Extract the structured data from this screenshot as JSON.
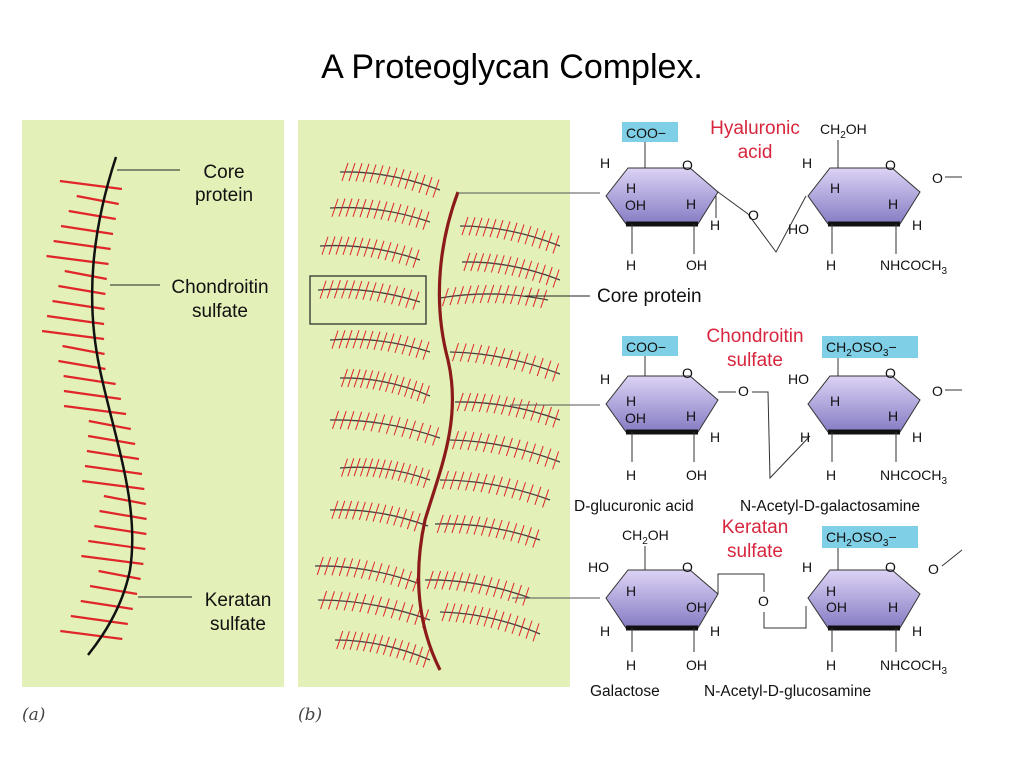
{
  "title": "A Proteoglycan Complex.",
  "panel_a": {
    "tag": "(a)",
    "labels": {
      "core": [
        "Core",
        "protein"
      ],
      "chondroitin": [
        "Chondroitin",
        "sulfate"
      ],
      "keratan": [
        "Keratan",
        "sulfate"
      ]
    }
  },
  "panel_b": {
    "tag": "(b)",
    "core_label": "Core protein"
  },
  "structures": {
    "hyaluronic": {
      "name": [
        "Hyaluronic",
        "acid"
      ]
    },
    "chondroitin": {
      "name": [
        "Chondroitin",
        "sulfate"
      ],
      "caption_left": "D-glucuronic acid",
      "caption_right": "N-Acetyl-D-galactosamine"
    },
    "keratan": {
      "name": [
        "Keratan",
        "sulfate"
      ],
      "caption_left": "Galactose",
      "caption_right": "N-Acetyl-D-glucosamine"
    },
    "groups": {
      "coo": "COO−",
      "ch2oh": "CH2OH",
      "ch2oso3": "CH2OSO3−",
      "nhcoch3": "NHCOCH3",
      "h": "H",
      "o": "O",
      "oh": "OH",
      "ho": "HO"
    }
  },
  "colors": {
    "panel_bg": "#e3f0b8",
    "ring_top": "#d2c6ee",
    "ring_bottom": "#8a82c8",
    "group_box": "#7fcfe6",
    "red": "#d7263d",
    "core_dark": "#8b1a1a"
  }
}
